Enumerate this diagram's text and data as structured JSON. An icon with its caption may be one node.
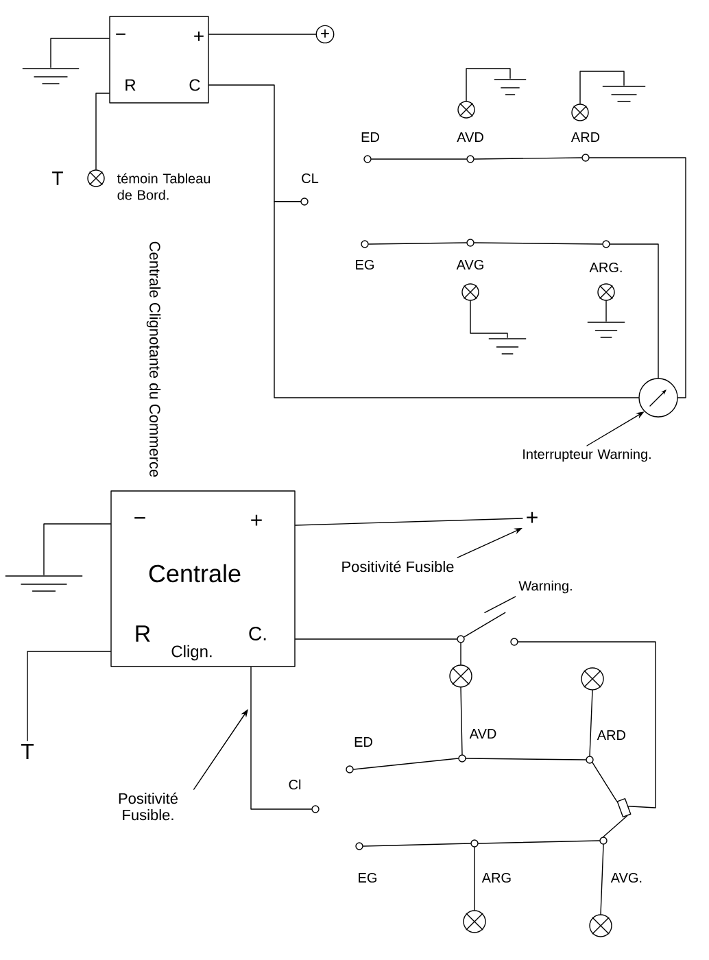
{
  "diagram": {
    "nodes": [
      {
        "text": [
          "−",
          "+",
          "R",
          "C"
        ]
      },
      {
        "text": [
          "+"
        ]
      },
      {
        "text": [],
        "shape": "circle",
        "beside": [
          "T",
          "témoin Tableau de Bord."
        ]
      },
      {
        "text": [],
        "shape": "circle",
        "beside": [
          "CL"
        ]
      },
      {
        "text": [],
        "shape": "ground"
      },
      {
        "text": [],
        "shape": "circle",
        "beside": [
          "ED"
        ]
      },
      {
        "text": [],
        "shape": "circle",
        "beside": [
          "AVD"
        ]
      },
      {
        "text": [],
        "shape": "circle",
        "beside": [
          "ARD"
        ]
      },
      {
        "text": [],
        "shape": "circle"
      },
      {
        "text": [],
        "shape": "circle"
      },
      {
        "text": [],
        "shape": "ground"
      },
      {
        "text": [],
        "shape": "ground"
      },
      {
        "text": [],
        "shape": "circle",
        "beside": [
          "EG"
        ]
      },
      {
        "text": [],
        "shape": "circle",
        "beside": [
          "AVG"
        ]
      },
      {
        "text": [],
        "shape": "circle",
        "beside": [
          "ARG."
        ]
      },
      {
        "text": [],
        "shape": "circle"
      },
      {
        "text": [],
        "shape": "circle"
      },
      {
        "text": [],
        "shape": "ground"
      },
      {
        "text": [],
        "shape": "ground"
      },
      {
        "text": [],
        "shape": "circle"
      },
      {
        "text": [
          "Interrupteur Warning."
        ]
      },
      {
        "text": [
          "−",
          "+",
          "Centrale",
          "R",
          "Clign.",
          "C."
        ]
      },
      {
        "text": [],
        "shape": "ground"
      },
      {
        "text": [
          "T"
        ]
      },
      {
        "text": [
          "+"
        ]
      },
      {
        "text": [
          "Positivité Fusible"
        ]
      },
      {
        "text": [],
        "shape": "switch"
      },
      {
        "text": [
          "Warning."
        ]
      },
      {
        "text": [],
        "shape": "circle"
      },
      {
        "text": [],
        "shape": "circle"
      },
      {
        "text": [],
        "shape": "circle",
        "beside": [
          "ED"
        ]
      },
      {
        "text": [],
        "shape": "circle",
        "beside": [
          "AVD"
        ]
      },
      {
        "text": [],
        "shape": "circle",
        "beside": [
          "ARD"
        ]
      },
      {
        "text": [],
        "shape": "switch"
      },
      {
        "text": [],
        "shape": "circle",
        "beside": [
          "EG"
        ]
      },
      {
        "text": [],
        "shape": "circle",
        "beside": [
          "ARG"
        ]
      },
      {
        "text": [],
        "shape": "circle",
        "beside": [
          "AVG."
        ]
      },
      {
        "text": [],
        "shape": "circle"
      },
      {
        "text": [],
        "shape": "circle"
      },
      {
        "text": [],
        "shape": "circle",
        "beside": [
          "Cl"
        ]
      },
      {
        "text": [
          "Positivité Fusible."
        ]
      },
      {
        "text": [],
        "shape": "circle"
      },
      {
        "text": [],
        "shape": "circle"
      }
    ],
    "edges": [
      {
        "from": 0,
        "to": 4,
        "arrow": "none"
      },
      {
        "from": 0,
        "to": 1,
        "arrow": "none"
      },
      {
        "from": 0,
        "to": 2,
        "arrow": "none"
      },
      {
        "from": 0,
        "to": 3,
        "arrow": "none"
      },
      {
        "from": 3,
        "to": 19,
        "arrow": "none"
      },
      {
        "from": 5,
        "to": 6,
        "arrow": "none"
      },
      {
        "from": 6,
        "to": 7,
        "arrow": "none"
      },
      {
        "from": 7,
        "to": 19,
        "arrow": "none"
      },
      {
        "from": 12,
        "to": 13,
        "arrow": "none"
      },
      {
        "from": 13,
        "to": 14,
        "arrow": "none"
      },
      {
        "from": 14,
        "to": 19,
        "arrow": "none"
      },
      {
        "from": 8,
        "to": 10,
        "arrow": "none"
      },
      {
        "from": 9,
        "to": 11,
        "arrow": "none"
      },
      {
        "from": 15,
        "to": 17,
        "arrow": "none"
      },
      {
        "from": 16,
        "to": 18,
        "arrow": "none"
      },
      {
        "from": 20,
        "to": 19,
        "arrow": "to"
      },
      {
        "from": 21,
        "to": 22,
        "arrow": "none"
      },
      {
        "from": 21,
        "to": 23,
        "arrow": "none"
      },
      {
        "from": 21,
        "to": 24,
        "arrow": "none"
      },
      {
        "from": 25,
        "to": 24,
        "arrow": "to"
      },
      {
        "from": 21,
        "to": 41,
        "arrow": "none"
      },
      {
        "from": 42,
        "to": 33,
        "arrow": "none"
      },
      {
        "from": 27,
        "to": 26,
        "arrow": "none"
      },
      {
        "from": 41,
        "to": 28,
        "arrow": "none"
      },
      {
        "from": 28,
        "to": 31,
        "arrow": "none"
      },
      {
        "from": 29,
        "to": 32,
        "arrow": "none"
      },
      {
        "from": 30,
        "to": 31,
        "arrow": "none"
      },
      {
        "from": 31,
        "to": 32,
        "arrow": "none"
      },
      {
        "from": 32,
        "to": 33,
        "arrow": "none"
      },
      {
        "from": 33,
        "to": 36,
        "arrow": "none"
      },
      {
        "from": 34,
        "to": 35,
        "arrow": "none"
      },
      {
        "from": 35,
        "to": 36,
        "arrow": "none"
      },
      {
        "from": 35,
        "to": 37,
        "arrow": "none"
      },
      {
        "from": 36,
        "to": 38,
        "arrow": "none"
      },
      {
        "from": 21,
        "to": 39,
        "arrow": "none"
      },
      {
        "from": 40,
        "to": null,
        "arrow": "to"
      }
    ],
    "labels": [
      "Centrale Clignotante du Commerce"
    ]
  }
}
